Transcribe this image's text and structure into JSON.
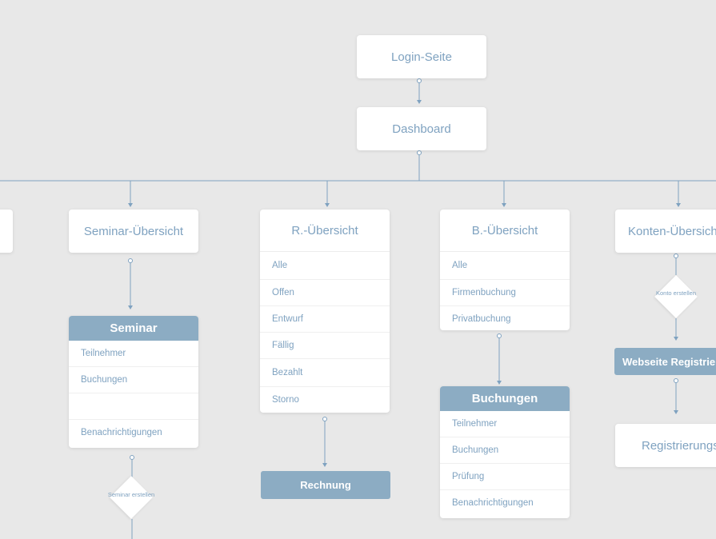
{
  "nodes": {
    "login": "Login-Seite",
    "dashboard": "Dashboard",
    "seminar_overview": "Seminar-Übersicht",
    "r_overview": {
      "title": "R.-Übersicht",
      "items": [
        "Alle",
        "Offen",
        "Entwurf",
        "Fällig",
        "Bezahlt",
        "Storno"
      ]
    },
    "b_overview": {
      "title": "B.-Übersicht",
      "items": [
        "Alle",
        "Firmenbuchung",
        "Privatbuchung"
      ]
    },
    "konten_overview": "Konten-Übersicht",
    "seminar": {
      "title": "Seminar",
      "items": [
        "Teilnehmer",
        "Buchungen",
        "",
        "Benachrichtigungen"
      ]
    },
    "buchungen": {
      "title": "Buchungen",
      "items": [
        "Teilnehmer",
        "Buchungen",
        "Prüfung",
        "Benachrichtigungen"
      ]
    },
    "rechnung": "Rechnung",
    "webseite_registrierung": "Webseite Registrierung",
    "registrierung": "Registrierungs",
    "konto_erstellen": "Konto erstellen",
    "seminar_erstellen": "Seminar erstellen"
  },
  "colors": {
    "background": "#e8e8e8",
    "card": "#ffffff",
    "text": "#7fa2c0",
    "header": "#8cacc3",
    "connector": "#7fa2c0"
  }
}
